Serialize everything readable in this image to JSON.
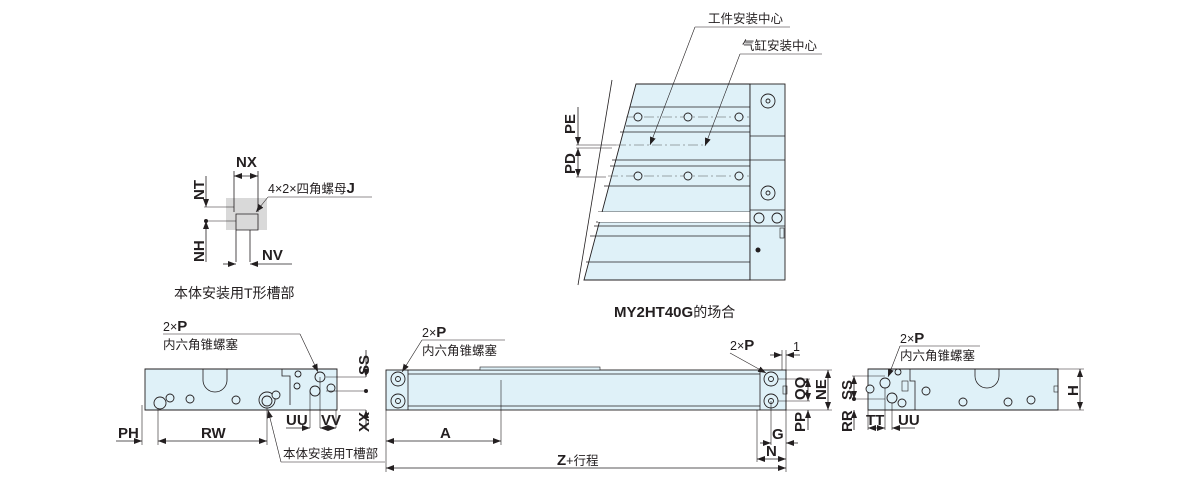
{
  "tslot_detail": {
    "nx": "NX",
    "nt": "NT",
    "nh": "NH",
    "nv": "NV",
    "nut_label": "4×2×四角螺母",
    "nut_symbol": "J",
    "caption": "本体安装用T形槽部"
  },
  "my2ht40g_detail": {
    "workpiece_center": "工件安装中心",
    "cylinder_center": "气缸安装中心",
    "pe": "PE",
    "pd": "PD",
    "caption_model": "MY2HT40G",
    "caption_suffix": "的场合"
  },
  "left_view": {
    "plug_count": "2×",
    "plug_symbol": "P",
    "plug_label": "内六角锥螺塞",
    "ss": "SS",
    "xx": "XX",
    "uu": "UU",
    "vv": "VV",
    "ph": "PH",
    "rw": "RW",
    "tslot_label": "本体安装用T槽部"
  },
  "front_view": {
    "plug_count": "2×",
    "plug_symbol": "P",
    "plug_label": "内六角锥螺塞",
    "a": "A",
    "z_stroke": "Z",
    "z_suffix": "+行程",
    "right_plug_count": "2×",
    "right_plug_symbol": "P",
    "one": "1",
    "qq": "QQ",
    "ne": "NE",
    "pp": "PP",
    "g": "G",
    "n": "N"
  },
  "right_view": {
    "plug_count": "2×",
    "plug_symbol": "P",
    "plug_label": "内六角锥螺塞",
    "h": "H",
    "ss": "SS",
    "rr": "RR",
    "tt": "TT",
    "uu": "UU"
  },
  "colors": {
    "body_fill": "#dff1f8",
    "line": "#231f20"
  }
}
